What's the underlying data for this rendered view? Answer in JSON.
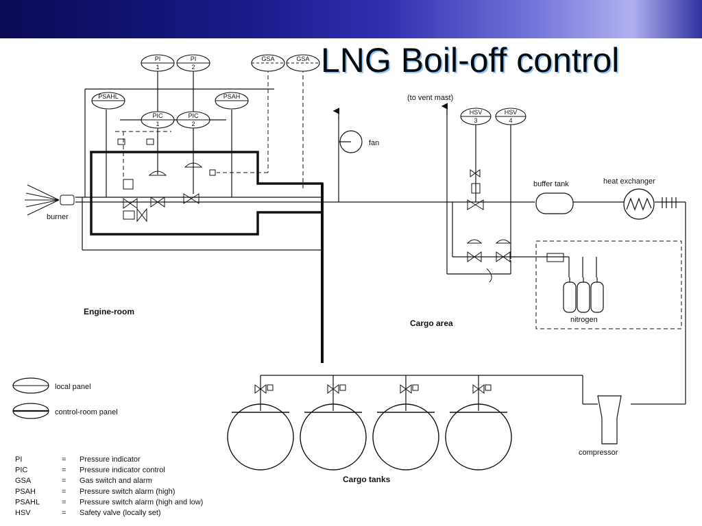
{
  "title": "LNG Boil-off control",
  "instruments": {
    "pi1": {
      "tag": "PI",
      "num": "1"
    },
    "pi2": {
      "tag": "PI",
      "num": "2"
    },
    "gsa1": {
      "tag": "GSA"
    },
    "gsa2": {
      "tag": "GSA"
    },
    "psahl": {
      "tag": "PSAHL"
    },
    "psah": {
      "tag": "PSAH"
    },
    "pic1": {
      "tag": "PIC",
      "num": "1"
    },
    "pic2": {
      "tag": "PIC",
      "num": "2"
    },
    "hsv3": {
      "tag": "HSV",
      "num": "3"
    },
    "hsv4": {
      "tag": "HSV",
      "num": "4"
    }
  },
  "labels": {
    "vent": "(to vent mast)",
    "fan": "fan",
    "burner": "burner",
    "buffer_tank": "buffer tank",
    "heat_exchanger": "heat exchanger",
    "nitrogen": "nitrogen",
    "engine_room": "Engine-room",
    "cargo_area": "Cargo area",
    "cargo_tanks": "Cargo tanks",
    "compressor": "compressor"
  },
  "legend": {
    "local_panel": "local panel",
    "control_room_panel": "control-room panel",
    "abbreviations": [
      {
        "abbr": "PI",
        "sep": "=",
        "text": "Pressure indicator"
      },
      {
        "abbr": "PIC",
        "sep": "=",
        "text": "Pressure indicator control"
      },
      {
        "abbr": "GSA",
        "sep": "=",
        "text": "Gas switch and alarm"
      },
      {
        "abbr": "PSAH",
        "sep": "=",
        "text": "Pressure switch alarm (high)"
      },
      {
        "abbr": "PSAHL",
        "sep": "=",
        "text": "Pressure switch alarm (high and low)"
      },
      {
        "abbr": "HSV",
        "sep": "=",
        "text": "Safety valve (locally set)"
      }
    ]
  }
}
